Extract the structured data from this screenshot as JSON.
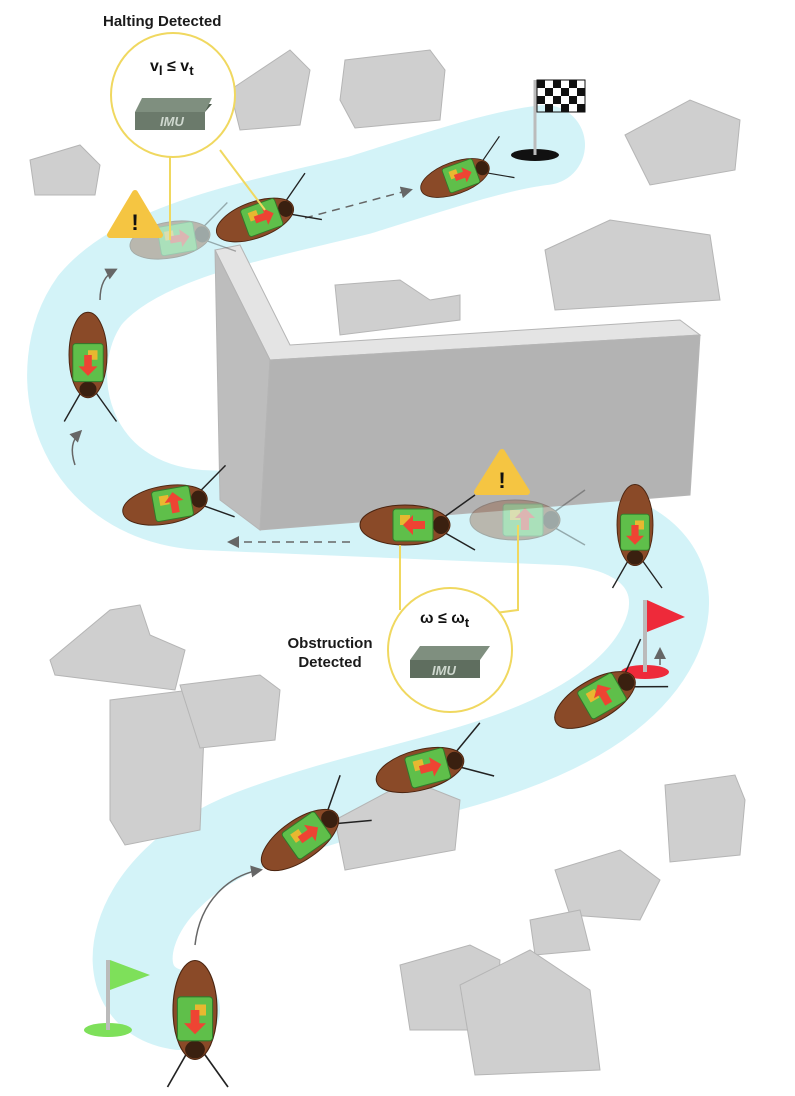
{
  "halting": {
    "title": "Halting Detected",
    "condition_main": "v",
    "condition_sub1": "l",
    "condition_op": " ≤ v",
    "condition_sub2": "t",
    "chip_label": "IMU"
  },
  "obstruction": {
    "title_line1": "Obstruction",
    "title_line2": "Detected",
    "condition_main": "ω ≤ ω",
    "condition_sub": "t",
    "chip_label": "IMU"
  },
  "colors": {
    "path": "#d3f3f8",
    "rock": "#c9c9c9",
    "rock_dark": "#a9a9a9",
    "callout": "#f0d860",
    "warning": "#f5c542",
    "start_flag": "#7ee05a",
    "mid_flag": "#ee2a3a",
    "roach_body": "#8a4a28",
    "board": "#5fbf4a",
    "arrow": "#ee4433"
  },
  "icons": [
    "warning-icon",
    "checkered-flag-icon",
    "start-flag-icon",
    "checkpoint-flag-icon",
    "imu-chip-icon"
  ]
}
